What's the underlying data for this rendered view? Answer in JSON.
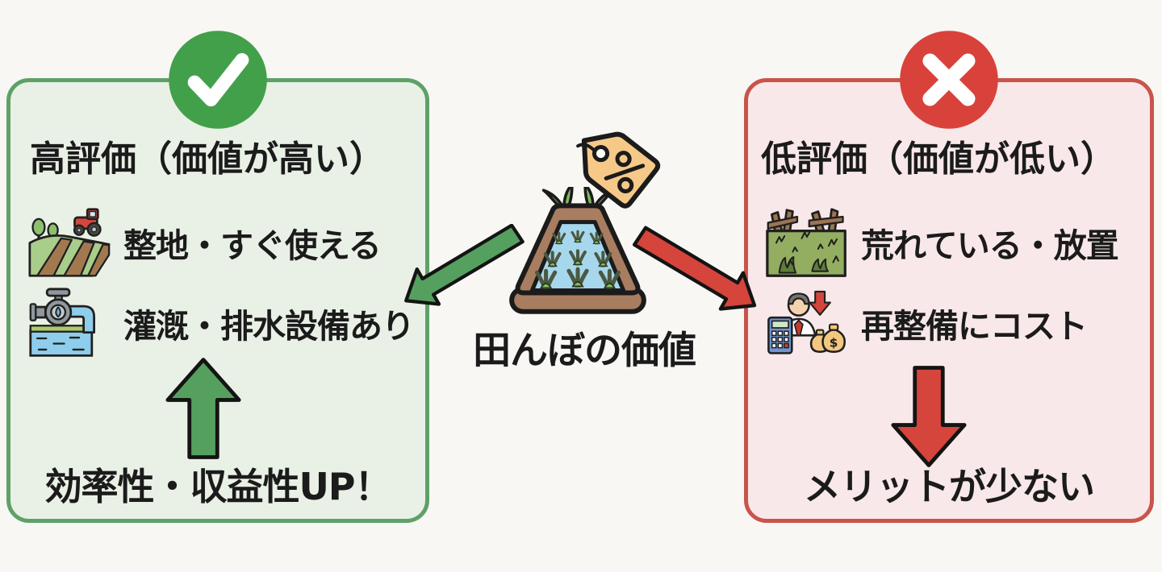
{
  "center": {
    "label": "田んぼの価値",
    "paddy_icon": "rice-paddy-icon",
    "tag_icon": "price-tag-percent-icon",
    "arrow_to_high_icon": "green-arrow-down-left",
    "arrow_to_low_icon": "red-arrow-down-right"
  },
  "high_panel": {
    "status_icon": "check-circle-icon",
    "title": "高評価（価値が高い）",
    "items": [
      {
        "icon": "tractor-field-icon",
        "label": "整地・すぐ使える"
      },
      {
        "icon": "irrigation-pump-icon",
        "label": "灌漑・排水設備あり"
      }
    ],
    "arrow_icon": "green-up-arrow",
    "result": "効率性・収益性UP！"
  },
  "low_panel": {
    "status_icon": "x-circle-icon",
    "title": "低評価（価値が低い）",
    "items": [
      {
        "icon": "overgrown-field-icon",
        "label": "荒れている・放置"
      },
      {
        "icon": "reinvestment-cost-icon",
        "label": "再整備にコスト"
      }
    ],
    "arrow_icon": "red-down-arrow",
    "result": "メリットが少ない"
  },
  "colors": {
    "background": "#f8f7f3",
    "text": "#1b1b1b",
    "high_badge": "#42a04b",
    "high_border": "#5da169",
    "high_background": "#e9f1e6",
    "high_arrow": "#55a05e",
    "low_badge": "#d8423a",
    "low_border": "#c9544c",
    "low_background": "#f9e8e9",
    "low_arrow": "#d5453c",
    "tag_fill": "#f6c988",
    "paddy_frame": "#a87d60",
    "paddy_water": "#a6d7ec"
  }
}
